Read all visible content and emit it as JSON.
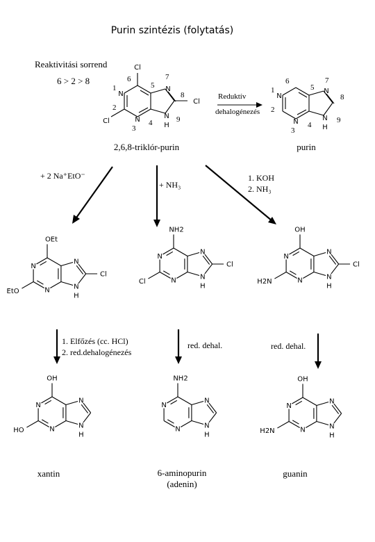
{
  "title": "Purin szintézis (folytatás)",
  "reactivity": {
    "label": "Reaktivitási sorrend",
    "order": "6 > 2 > 8"
  },
  "reductive_step": {
    "line1": "Reduktív",
    "line2": "dehalogénezés"
  },
  "reagents": {
    "ethoxide": "+ 2 Na⁺EtO⁻",
    "ammonia": "+ NH₃",
    "koh_line1": "1. KOH",
    "koh_line2": "2. NH₃",
    "hcl_line1": "1. Elfőzés (cc. HCl)",
    "hcl_line2": "2. red.dehalogénezés",
    "red_dehal_1": "red. dehal.",
    "red_dehal_2": "red. dehal."
  },
  "molecules": {
    "tcp": {
      "name": "2,6,8-triklór-purin",
      "sub6": "Cl",
      "sub2": "Cl",
      "sub8": "Cl"
    },
    "purine": {
      "name": "purin"
    },
    "ethoxy": {
      "sub6": "OEt",
      "sub2": "EtO",
      "sub8": "Cl"
    },
    "amino_cl": {
      "sub6": "NH2",
      "sub2": "Cl",
      "sub8": "Cl"
    },
    "guan_cl": {
      "sub6": "OH",
      "sub2": "H2N",
      "sub8": "Cl"
    },
    "xantin": {
      "name": "xantin",
      "sub6": "OH",
      "sub2": "HO"
    },
    "adenin": {
      "name_line1": "6-aminopurin",
      "name_line2": "(adenin)",
      "sub6": "NH2"
    },
    "guanin": {
      "name": "guanin",
      "sub6": "OH",
      "sub2": "H2N"
    }
  },
  "atoms": {
    "n": "N",
    "h": "H"
  },
  "ring_numbers": [
    "1",
    "2",
    "3",
    "4",
    "5",
    "6",
    "7",
    "8",
    "9"
  ]
}
